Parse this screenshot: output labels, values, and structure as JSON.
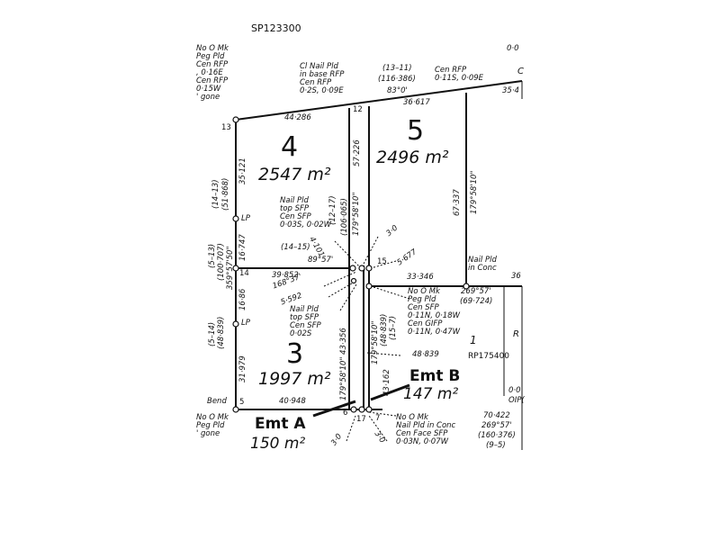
{
  "plan": {
    "plan_ref": "SP123300",
    "lots": [
      {
        "number": "4",
        "area": "2547 m²"
      },
      {
        "number": "5",
        "area": "2496 m²"
      },
      {
        "number": "3",
        "area": "1997 m²"
      }
    ],
    "easements": [
      {
        "name": "Emt A",
        "area": "150 m²"
      },
      {
        "name": "Emt B",
        "area": "147 m²"
      }
    ],
    "registered_plan": "RP175400",
    "lot_one": "1"
  },
  "labels": {
    "top_right_frag": "0·0",
    "top_right_c": "C",
    "right_36": "36",
    "right_35": "35·4",
    "right_r": "R",
    "right_oo": "0·0",
    "right_oipi": "OIP(",
    "tl_block": "No O Mk\nPeg Pld\nCen RFP\n, 0·16E\nCen RFP\n0·15W\n' gone",
    "nail_top": "Cl Nail Pld\nin base RFP\nCen RFP\n0·2S, 0·09E",
    "top_1311": "(13–11)",
    "top_116": "(116·386)",
    "top_cenrfp": "Cen RFP\n0·11S, 0·09E",
    "top_83": "83°0'",
    "top_36617": "36·617",
    "top_44286": "44·286",
    "stn_13": "13",
    "stn_12": "12",
    "stn_14": "14",
    "stn_15": "15",
    "stn_5": "5",
    "stn_6": "6",
    "stn_17": "17",
    "stn_7": "7",
    "lp_upper": "LP",
    "lp_lower": "LP",
    "bend": "Bend",
    "l_35121": "35·121",
    "l_1413": "(14–13)",
    "l_51868": "(51·868)",
    "l_16747": "16·747",
    "l_513": "(5–13)",
    "l_100707": "(100·707)",
    "l_3595750": "359°57'50\"",
    "l_1686": "16·86",
    "l_514": "(5–14)",
    "l_48839a": "(48·839)",
    "l_31979": "31·979",
    "c_57226": "57·226",
    "c_1795810a": "179°58'10\"",
    "c_1217": "(12–17)",
    "c_106065": "(106·065)",
    "c_4101": "4·101",
    "nail_mid": "Nail Pld\ntop SFP\nCen SFP\n0·03S, 0·02W",
    "p_1415": "(14–15)",
    "p_8957": "89°57'",
    "p_30": "3·0",
    "p_5677": "5·677",
    "p_39852": "39·852",
    "p_33346": "33·346",
    "p_168": "168°37'",
    "p_5592": "5·592",
    "nail_low": "Nail Pld\ntop SFP\nCen SFP\n0·02S",
    "r_67337": "67·337",
    "r_1795810": "179°58'10\"",
    "r_nail": "Nail Pld\nin Conc",
    "r_26957": "269°57'",
    "r_69724": "(69·724)",
    "nomk_mid": "No O Mk\nPeg Pld\nCen SFP\n0·11N, 0·18W\nCen GIFP\n0·11N, 0·47W",
    "m_1795810": "179°58'10\"",
    "m_48839": "(48·839)",
    "m_157": "(15–7)",
    "m_43162": "43·162",
    "m_48839b": "48·839",
    "m_43356": "179°58'10\" 43·356",
    "b_40948": "40·948",
    "bl_block": "No O Mk\nPeg Pld\n' gone",
    "b_30a": "3·0",
    "b_30b": "3·0",
    "br_block": "No O Mk\nNail Pld in Conc\nCen Face SFP\n0·03N, 0·07W",
    "br_70422": "70·422",
    "br_26957": "269°57'",
    "br_160": "(160·376)",
    "br_95": "(9–5)"
  }
}
